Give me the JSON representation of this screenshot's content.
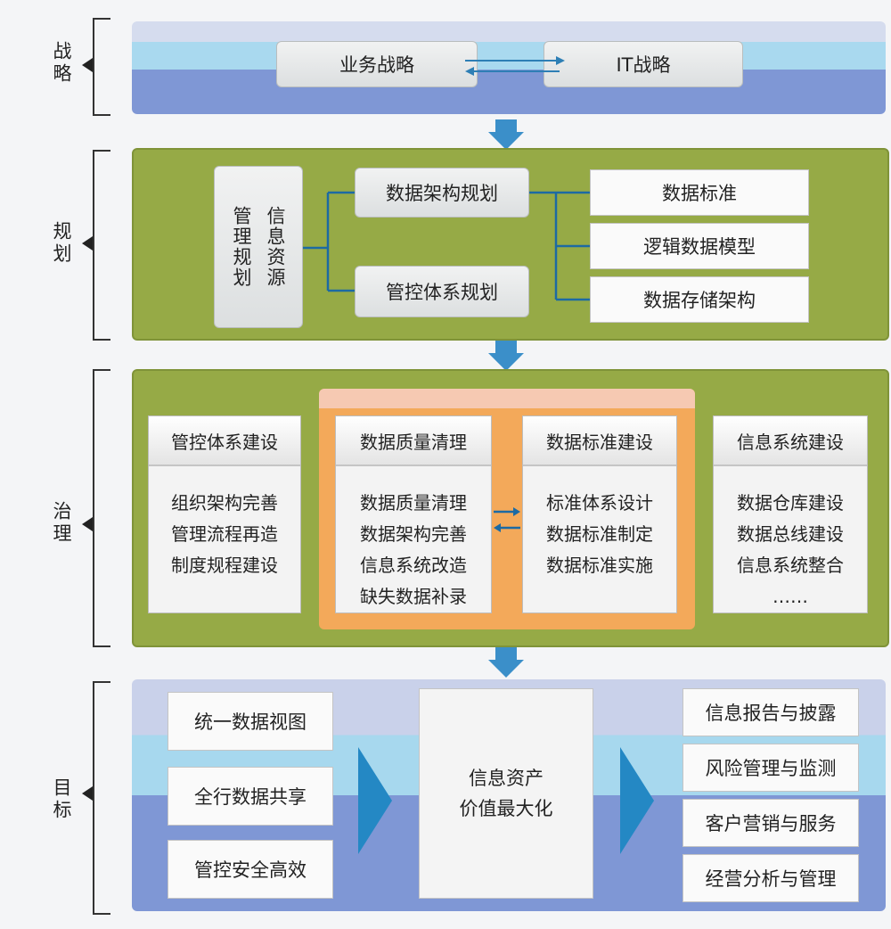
{
  "layers": {
    "strategy": "战略",
    "planning": "规划",
    "governance": "治理",
    "goals": "目标"
  },
  "strategy": {
    "business": "业务战略",
    "it": "IT战略"
  },
  "planning": {
    "left_col1": "管理规划",
    "left_col2": "信息资源",
    "arch_plan": "数据架构规划",
    "control_plan": "管控体系规划",
    "right": [
      "数据标准",
      "逻辑数据模型",
      "数据存储架构"
    ]
  },
  "governance": {
    "control": {
      "title": "管控体系建设",
      "items": [
        "组织架构完善",
        "管理流程再造",
        "制度规程建设"
      ]
    },
    "quality": {
      "title": "数据质量清理",
      "items": [
        "数据质量清理",
        "数据架构完善",
        "信息系统改造",
        "缺失数据补录"
      ]
    },
    "standard": {
      "title": "数据标准建设",
      "items": [
        "标准体系设计",
        "数据标准制定",
        "数据标准实施"
      ]
    },
    "system": {
      "title": "信息系统建设",
      "items": [
        "数据仓库建设",
        "数据总线建设",
        "信息系统整合",
        "……"
      ]
    }
  },
  "goals": {
    "left": [
      "统一数据视图",
      "全行数据共享",
      "管控安全高效"
    ],
    "center_line1": "信息资产",
    "center_line2": "价值最大化",
    "right": [
      "信息报告与披露",
      "风险管理与监测",
      "客户营销与服务",
      "经营分析与管理"
    ]
  }
}
